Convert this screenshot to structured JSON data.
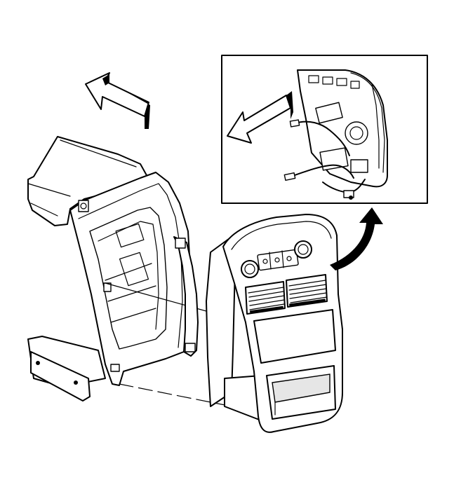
{
  "figure": {
    "background": "#ffffff",
    "line_color": "#000000",
    "components": [
      "removal-direction-arrow",
      "instrument-panel-carrier",
      "center-trim-bezel",
      "climate-control-knob-left",
      "climate-control-knob-right",
      "center-air-outlets",
      "storage-pocket",
      "curved-callout-arrow",
      "detail-inset",
      "inset-direction-arrow",
      "wiring-harness-connectors"
    ]
  }
}
